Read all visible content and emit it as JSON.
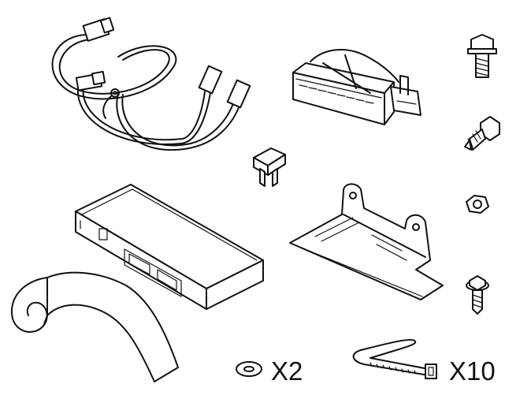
{
  "parts": [
    {
      "id": "wiring-harness",
      "icon": "wiring-harness-icon"
    },
    {
      "id": "connector-bracket",
      "icon": "connector-icon"
    },
    {
      "id": "fuse",
      "icon": "fuse-icon"
    },
    {
      "id": "control-module",
      "icon": "module-icon"
    },
    {
      "id": "mounting-bracket",
      "icon": "bracket-icon"
    },
    {
      "id": "adhesive-strip",
      "icon": "tape-icon"
    },
    {
      "id": "bolt",
      "icon": "bolt-icon"
    },
    {
      "id": "screw",
      "icon": "screw-icon"
    },
    {
      "id": "nut",
      "icon": "nut-icon"
    },
    {
      "id": "washer",
      "icon": "washer-icon"
    },
    {
      "id": "cable-tie",
      "icon": "cable-tie-icon"
    }
  ],
  "quantities": {
    "washer": "X2",
    "cable_tie": "X10"
  }
}
